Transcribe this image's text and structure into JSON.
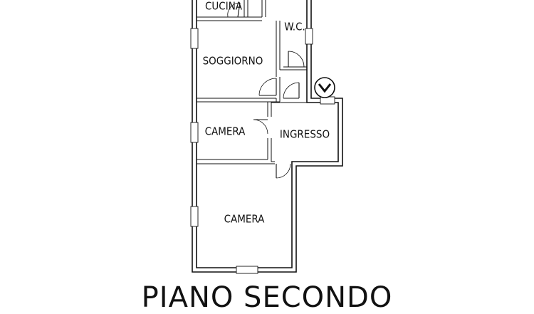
{
  "plan": {
    "rooms": {
      "cucina": "CUCINA",
      "wc": "W.C.",
      "soggiorno": "SOGGIORNO",
      "camera_small": "CAMERA",
      "ingresso": "INGRESSO",
      "camera_large": "CAMERA"
    },
    "icons": {
      "entrance": "entrance-arrow-icon"
    },
    "colors": {
      "line": "#111111",
      "background": "#ffffff"
    }
  },
  "floor_title": "PIANO SECONDO"
}
